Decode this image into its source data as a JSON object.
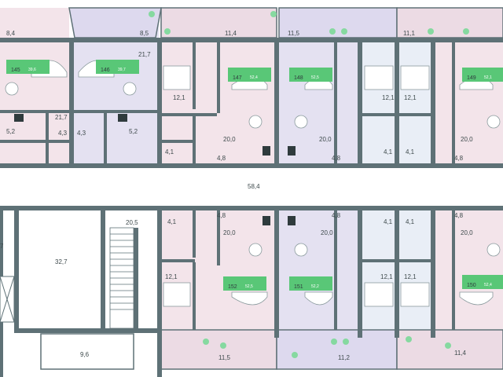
{
  "colors": {
    "wall": "#5e7176",
    "pink": "#f3e4ea",
    "lilac": "#e4e1f1",
    "blue": "#e9eef6",
    "corridor": "#ffffff",
    "green_tag": "#59c777",
    "plant": "#86d9a0"
  },
  "units_top": [
    {
      "id": "145",
      "area": "39,6"
    },
    {
      "id": "146",
      "area": "39,7"
    },
    {
      "id": "147",
      "area": "52,4"
    },
    {
      "id": "148",
      "area": "52,5"
    },
    {
      "id": "149",
      "area": "52,1"
    }
  ],
  "units_bottom": [
    {
      "id": "152",
      "area": "52,5"
    },
    {
      "id": "151",
      "area": "52,2"
    },
    {
      "id": "150",
      "area": "52,4"
    }
  ],
  "room_areas": {
    "t1": "8,4",
    "t2": "8,5",
    "t3": "21,7",
    "t4": "11,4",
    "t5": "11,5",
    "t6": "11,1",
    "t7": "21,7",
    "t8": "4,3",
    "t9": "4,3",
    "t10": "12,1",
    "t11": "12,1",
    "t12": "12,1",
    "t13": "5,2",
    "t14": "5,2",
    "t15": "20,0",
    "t16": "20,0",
    "t17": "20,0",
    "t18": "4,1",
    "t19": "4,1",
    "t20": "4,1",
    "t21": "4,8",
    "t22": "4,8",
    "t23": "4,8",
    "corr": "58,4",
    "b1": "20,5",
    "b2": "32,7",
    "b3": "9,6",
    "b4": "7",
    "b5": "4,8",
    "b6": "4,8",
    "b7": "4,8",
    "b8": "4,1",
    "b9": "4,1",
    "b10": "4,1",
    "b11": "20,0",
    "b12": "20,0",
    "b13": "20,0",
    "b14": "12,1",
    "b15": "12,1",
    "b16": "12,1",
    "b17": "11,5",
    "b18": "11,2",
    "b19": "11,4"
  }
}
